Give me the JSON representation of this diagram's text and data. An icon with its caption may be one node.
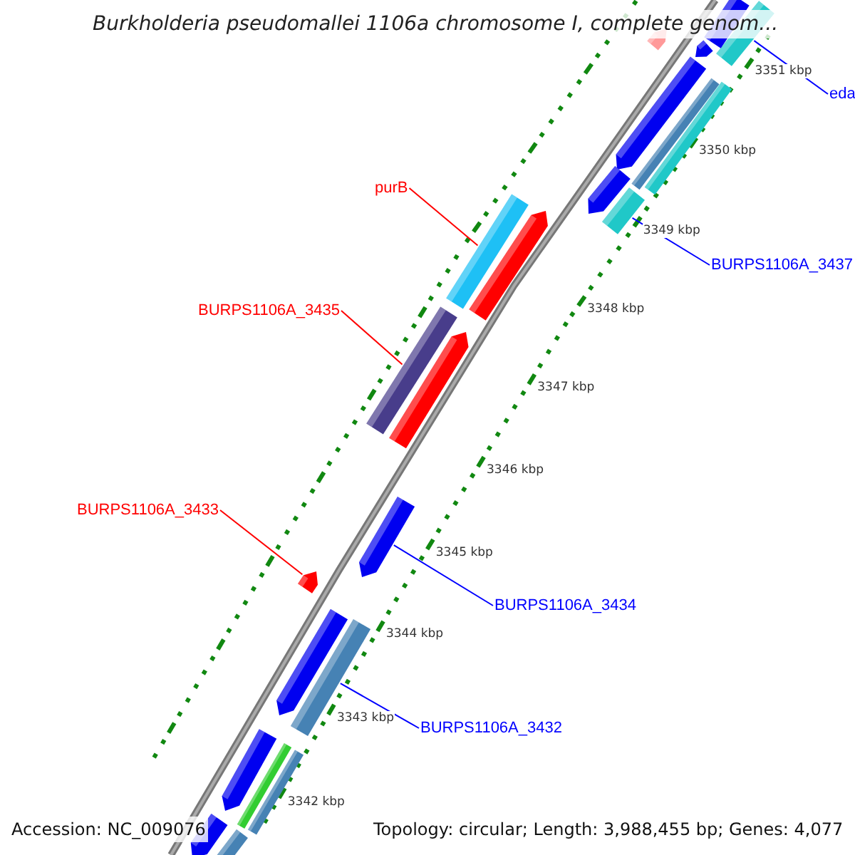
{
  "diagram": {
    "title": "Burkholderia pseudomallei 1106a chromosome I, complete genom...",
    "nodes": [
      {
        "text": [
          "eda"
        ]
      },
      {
        "text": [],
        "shape": "bar"
      },
      {
        "text": [
          "purB"
        ]
      },
      {
        "text": [],
        "shape": "bar"
      },
      {
        "text": [
          "BURPS1106A_3437"
        ]
      },
      {
        "text": [],
        "shape": "bar"
      },
      {
        "text": [
          "BURPS1106A_3435"
        ]
      },
      {
        "text": [],
        "shape": "bar"
      },
      {
        "text": [
          "BURPS1106A_3433"
        ]
      },
      {
        "text": [],
        "shape": "arrow"
      },
      {
        "text": [
          "BURPS1106A_3434"
        ]
      },
      {
        "text": [],
        "shape": "arrow"
      },
      {
        "text": [
          "BURPS1106A_3432"
        ]
      },
      {
        "text": [],
        "shape": "bar"
      },
      {
        "text": [],
        "shape": "bar"
      },
      {
        "text": [],
        "shape": "arrow"
      },
      {
        "text": [],
        "shape": "arrow"
      },
      {
        "text": [],
        "shape": "bar"
      },
      {
        "text": [],
        "shape": "bar"
      },
      {
        "text": [],
        "shape": "arrow"
      },
      {
        "text": [],
        "shape": "arrow"
      },
      {
        "text": [],
        "shape": "arrow"
      },
      {
        "text": [],
        "shape": "arrow"
      },
      {
        "text": [],
        "shape": "arrow"
      },
      {
        "text": [],
        "shape": "arrow"
      },
      {
        "text": [],
        "shape": "bar"
      },
      {
        "text": [],
        "shape": "bar"
      },
      {
        "text": [],
        "shape": "arrow"
      },
      {
        "text": [],
        "shape": "bar"
      }
    ],
    "edges": [
      {
        "from": 0,
        "to": 1,
        "arrow": "none",
        "color": "#0000ff"
      },
      {
        "from": 2,
        "to": 3,
        "arrow": "none",
        "color": "#ff0000"
      },
      {
        "from": 4,
        "to": 5,
        "arrow": "none",
        "color": "#0000ff"
      },
      {
        "from": 6,
        "to": 7,
        "arrow": "none",
        "color": "#ff0000"
      },
      {
        "from": 8,
        "to": 9,
        "arrow": "none",
        "color": "#ff0000"
      },
      {
        "from": 10,
        "to": 11,
        "arrow": "none",
        "color": "#0000ff"
      },
      {
        "from": 12,
        "to": 13,
        "arrow": "none",
        "color": "#0000ff"
      }
    ],
    "labels": [
      "3351 kbp",
      "3350 kbp",
      "3349 kbp",
      "3348 kbp",
      "3347 kbp",
      "3346 kbp",
      "3345 kbp",
      "3344 kbp",
      "3343 kbp",
      "3342 kbp",
      "Accession: NC_009076",
      "Topology: circular; Length: 3,988,455 bp; Genes: 4,077"
    ]
  }
}
